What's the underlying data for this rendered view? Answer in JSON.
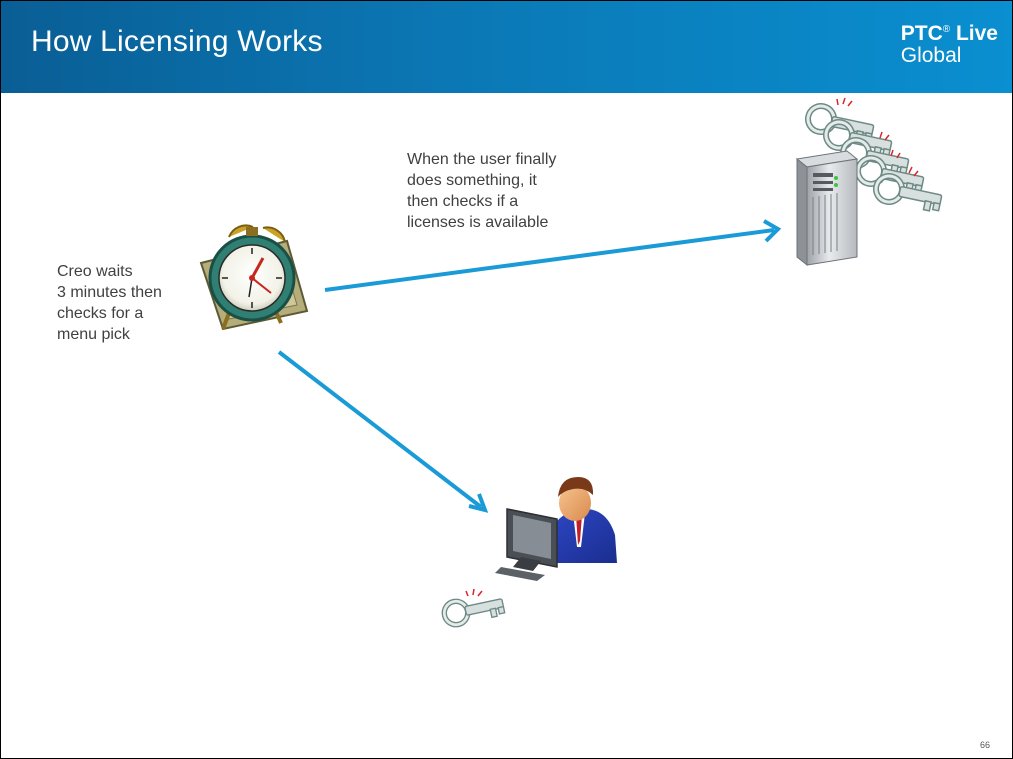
{
  "slide": {
    "title": "How Licensing Works",
    "brand": {
      "name": "PTC",
      "mark": "®",
      "word": "Live",
      "line2": "Global"
    },
    "page_number": "66"
  },
  "diagram": {
    "note_user_action": [
      "When the user finally",
      "does something, it",
      "then checks if a",
      "licenses is available"
    ],
    "note_creo": [
      "Creo waits",
      "3 minutes then",
      "checks for a",
      "menu pick"
    ],
    "icons": [
      "alarm-clock-icon",
      "license-server-icon",
      "server-keys-icon",
      "user-at-computer-icon",
      "license-key-icon"
    ],
    "colors": {
      "header": "#0a78b5",
      "arrow": "#1a9bd7",
      "text": "#404040"
    }
  }
}
